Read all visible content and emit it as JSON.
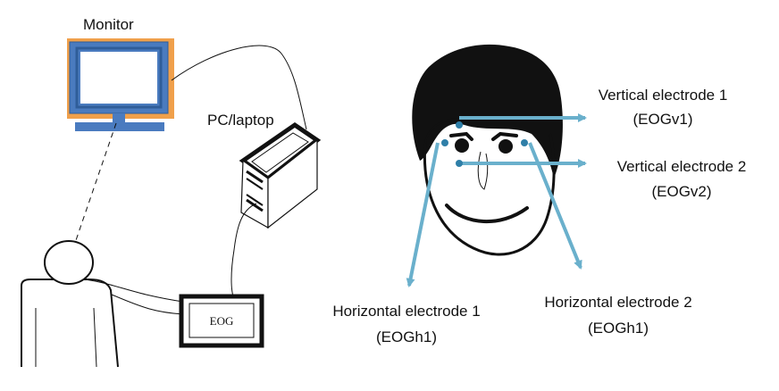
{
  "labels": {
    "monitor": "Monitor",
    "pc": "PC/laptop",
    "eog": "EOG",
    "vertical1_line1": "Vertical electrode 1",
    "vertical1_line2": "(EOGv1)",
    "vertical2_line1": "Vertical electrode 2",
    "vertical2_line2": "(EOGv2)",
    "horizontal1_line1": "Horizontal electrode 1",
    "horizontal1_line2": "(EOGh1)",
    "horizontal2_line1": "Horizontal electrode 2",
    "horizontal2_line2": "(EOGh1)"
  },
  "colors": {
    "monitor_frame": "#f0a04b",
    "monitor_blue": "#4a7bbf",
    "electrode_arrow": "#6ab0cc",
    "electrode_dot": "#2f7fa8",
    "line": "#111111"
  }
}
